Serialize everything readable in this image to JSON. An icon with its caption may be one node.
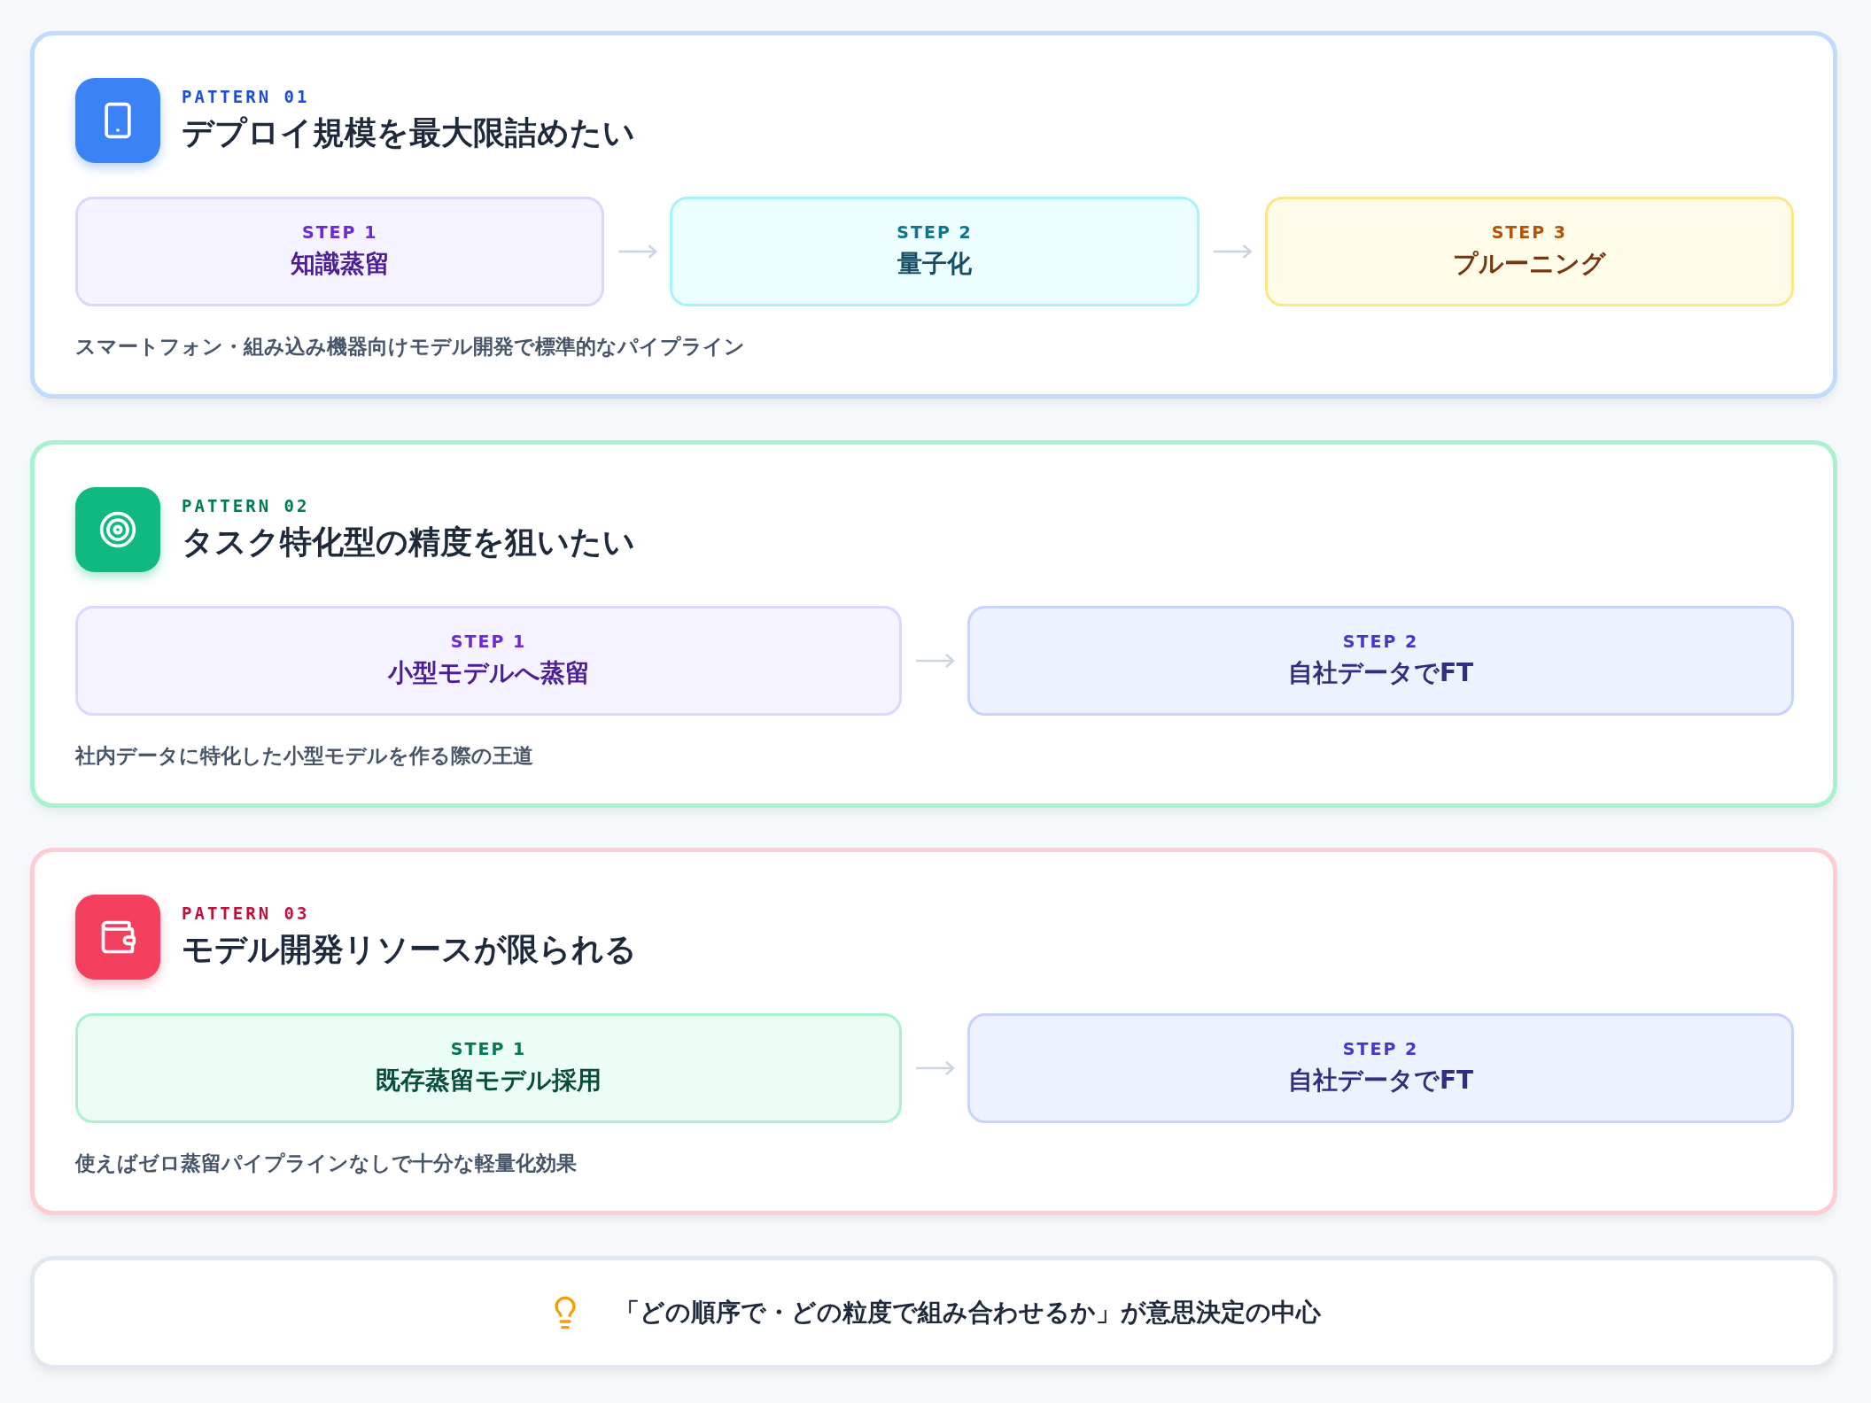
{
  "diagram": {
    "nodes": [
      {
        "text": [
          "PATTERN 01",
          "デプロイ規模を最大限詰めたい",
          "スマートフォン・組み込み機器向けモデル開発で標準的なパイプライン"
        ]
      },
      {
        "text": [
          "STEP 1",
          "知識蒸留"
        ],
        "in": 0
      },
      {
        "text": [
          "STEP 2",
          "量子化"
        ],
        "in": 0
      },
      {
        "text": [
          "STEP 3",
          "プルーニング"
        ],
        "in": 0
      },
      {
        "text": [
          "PATTERN 02",
          "タスク特化型の精度を狙いたい",
          "社内データに特化した小型モデルを作る際の王道"
        ]
      },
      {
        "text": [
          "STEP 1",
          "小型モデルへ蒸留"
        ],
        "in": 4
      },
      {
        "text": [
          "STEP 2",
          "自社データでFT"
        ],
        "in": 4
      },
      {
        "text": [
          "PATTERN 03",
          "モデル開発リソースが限られる",
          "使えばゼロ蒸留パイプラインなしで十分な軽量化効果"
        ]
      },
      {
        "text": [
          "STEP 1",
          "既存蒸留モデル採用"
        ],
        "in": 7
      },
      {
        "text": [
          "STEP 2",
          "自社データでFT"
        ],
        "in": 7
      },
      {
        "text": [
          "「どの順序で・どの粒度で組み合わせるか」が意思決定の中心"
        ]
      }
    ],
    "edges": [
      {
        "from": 1,
        "to": 2,
        "arrow": "to"
      },
      {
        "from": 2,
        "to": 3,
        "arrow": "to"
      },
      {
        "from": 5,
        "to": 6,
        "arrow": "to"
      },
      {
        "from": 8,
        "to": 9,
        "arrow": "to"
      }
    ]
  }
}
